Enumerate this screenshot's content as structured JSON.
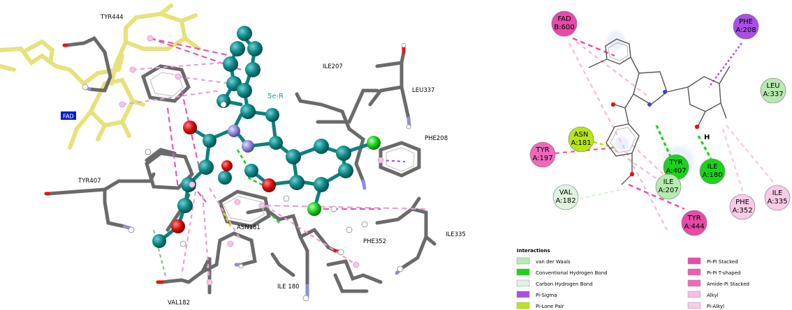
{
  "view3d": {
    "ligand_label": "5e-R",
    "cofactor_tag": "FAD",
    "residues": [
      "TYR444",
      "ILE207",
      "LEU337",
      "PHE208",
      "TYR407",
      "ASN181",
      "PHE352",
      "ILE335",
      "ILE 180",
      "VAL182"
    ]
  },
  "view2d": {
    "hbond_h": "H",
    "residues": [
      {
        "name": "FAD",
        "num": "B:600",
        "kind": "pi-pi-stacked"
      },
      {
        "name": "PHE",
        "num": "A:208",
        "kind": "pi-sigma"
      },
      {
        "name": "LEU",
        "num": "A:337",
        "kind": "van-der-waals"
      },
      {
        "name": "ASN",
        "num": "A:181",
        "kind": "pi-lone-pair"
      },
      {
        "name": "TYR",
        "num": "A:197",
        "kind": "amide-pi-stacked"
      },
      {
        "name": "TYR",
        "num": "A:407",
        "kind": "conventional-hbond"
      },
      {
        "name": "ILE",
        "num": "A:180",
        "kind": "conventional-hbond"
      },
      {
        "name": "ILE",
        "num": "A:207",
        "kind": "van-der-waals"
      },
      {
        "name": "VAL",
        "num": "A:182",
        "kind": "carbon-hbond"
      },
      {
        "name": "PHE",
        "num": "A:352",
        "kind": "pi-alkyl"
      },
      {
        "name": "ILE",
        "num": "A:335",
        "kind": "pi-alkyl"
      },
      {
        "name": "TYR",
        "num": "A:444",
        "kind": "pi-pi-stacked"
      }
    ]
  },
  "legend": {
    "title": "Interactions",
    "items": [
      {
        "label": "van der Waals",
        "color": "#b6eab0"
      },
      {
        "label": "Conventional Hydrogen Bond",
        "color": "#1ad41a"
      },
      {
        "label": "Carbon Hydrogen Bond",
        "color": "#dff3df"
      },
      {
        "label": "Pi-Sigma",
        "color": "#a94ee6"
      },
      {
        "label": "Pi-Lone Pair",
        "color": "#b7e51a"
      },
      {
        "label": "Pi-Pi Stacked",
        "color": "#e84aa9"
      },
      {
        "label": "Pi-Pi T-shaped",
        "color": "#ec5eb3"
      },
      {
        "label": "Amide-Pi Stacked",
        "color": "#ee68bb"
      },
      {
        "label": "Alkyl",
        "color": "#f6bde0"
      },
      {
        "label": "Pi-Alkyl",
        "color": "#f8cbe6"
      }
    ]
  },
  "colors": {
    "ligand_carbon": "#0e7f7f",
    "oxygen": "#e01515",
    "nitrogen": "#8d8ddb",
    "chlorine": "#1ed11e",
    "fad": "#e6e27a",
    "protein": "#6a6a6a"
  }
}
